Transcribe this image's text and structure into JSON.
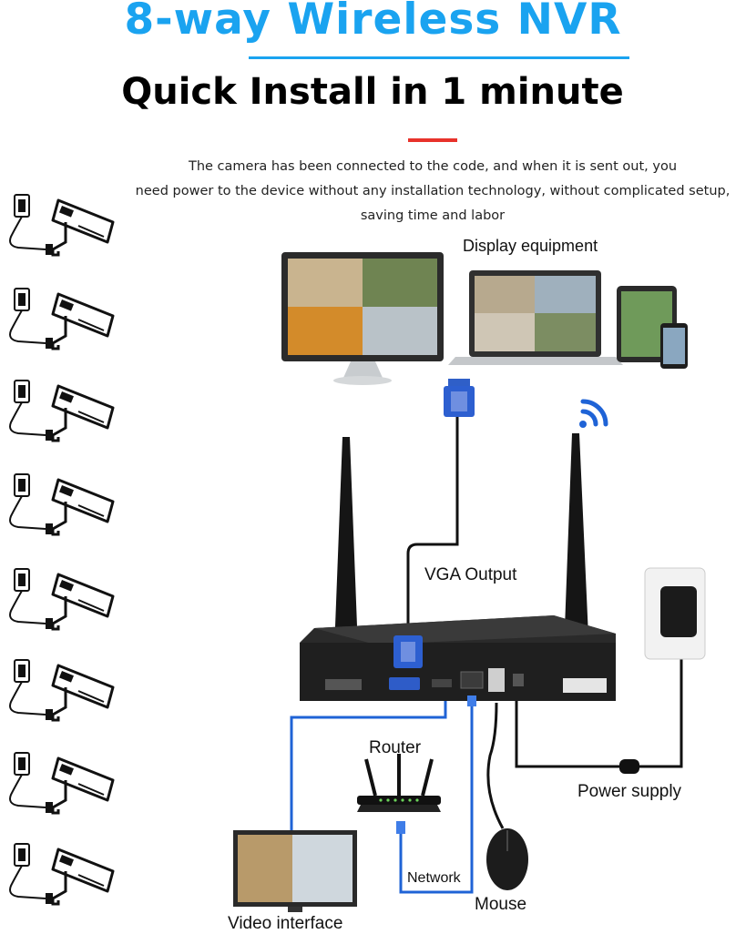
{
  "header": {
    "title": "8-way Wireless NVR",
    "subtitle": "Quick Install in 1 minute",
    "description_lines": [
      "The camera has been connected to the code, and when it is sent out, you",
      "need power to the device without any installation technology, without complicated setup,",
      "saving time and labor"
    ]
  },
  "diagram": {
    "labels": {
      "display": "Display equipment",
      "vga": "VGA Output",
      "router": "Router",
      "power": "Power supply",
      "network": "Network",
      "mouse": "Mouse",
      "video": "Video interface"
    },
    "camera_count": 8,
    "colors": {
      "title_blue": "#1aa3f0",
      "cable_blue": "#1f63d6",
      "accent_red": "#e8322b",
      "wifi_blue": "#1f63d6"
    },
    "icons": [
      "camera-icon",
      "power-adapter-icon",
      "wifi-icon",
      "vga-connector-icon",
      "router-icon",
      "mouse-icon",
      "monitor-icon",
      "laptop-icon",
      "tablet-icon",
      "phone-icon",
      "nvr-icon"
    ]
  }
}
